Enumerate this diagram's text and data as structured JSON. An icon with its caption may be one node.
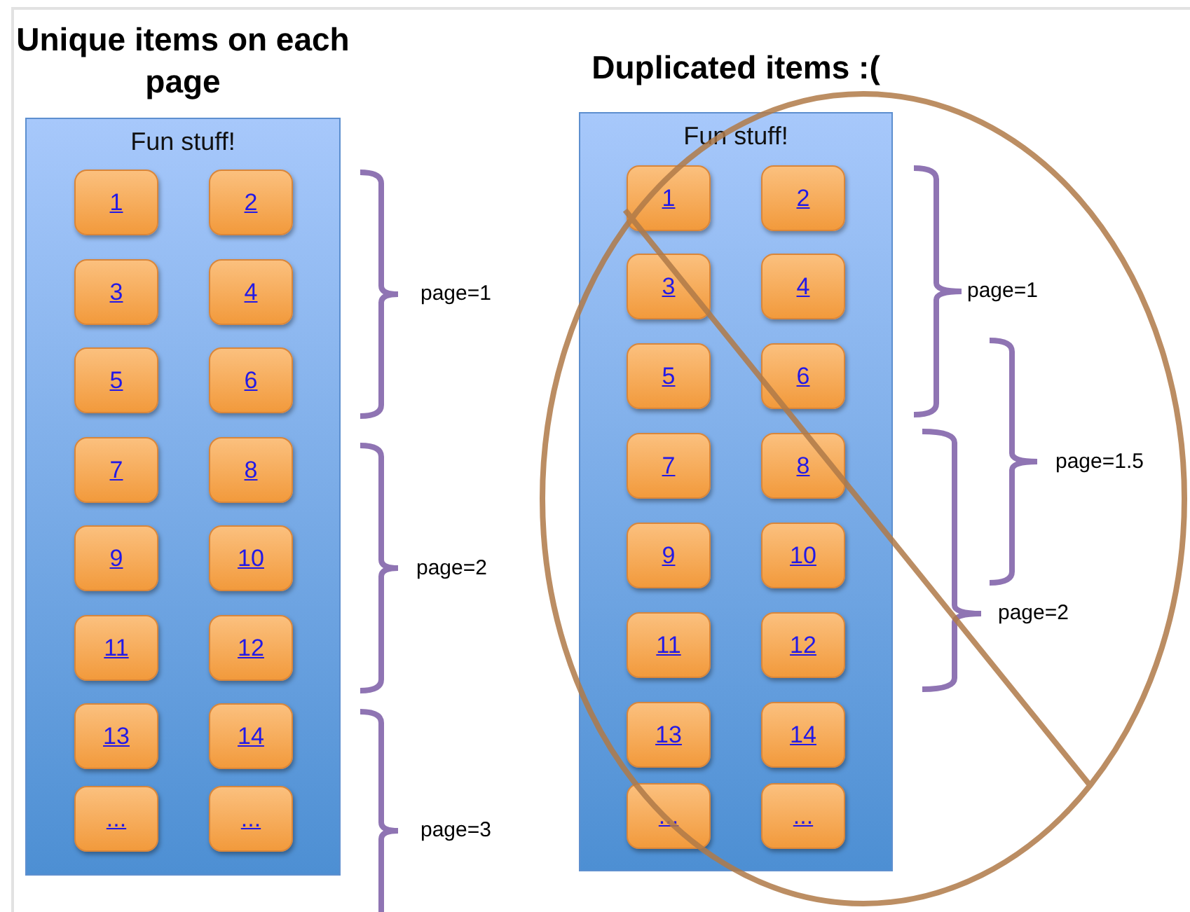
{
  "diagram": {
    "nodes": [
      {
        "text": [
          "Unique items on each page",
          "Fun stuff!"
        ]
      },
      {
        "text": [
          "1"
        ],
        "in": 0
      },
      {
        "text": [
          "2"
        ],
        "in": 0
      },
      {
        "text": [
          "3"
        ],
        "in": 0
      },
      {
        "text": [
          "4"
        ],
        "in": 0
      },
      {
        "text": [
          "5"
        ],
        "in": 0
      },
      {
        "text": [
          "6"
        ],
        "in": 0
      },
      {
        "text": [
          "7"
        ],
        "in": 0
      },
      {
        "text": [
          "8"
        ],
        "in": 0
      },
      {
        "text": [
          "9"
        ],
        "in": 0
      },
      {
        "text": [
          "10"
        ],
        "in": 0
      },
      {
        "text": [
          "11"
        ],
        "in": 0
      },
      {
        "text": [
          "12"
        ],
        "in": 0
      },
      {
        "text": [
          "13"
        ],
        "in": 0
      },
      {
        "text": [
          "14"
        ],
        "in": 0
      },
      {
        "text": [
          "..."
        ],
        "in": 0
      },
      {
        "text": [
          "..."
        ],
        "in": 0
      },
      {
        "text": [
          "Duplicated items :(",
          "Fun stuff!"
        ]
      },
      {
        "text": [
          "1"
        ],
        "in": 17
      },
      {
        "text": [
          "2"
        ],
        "in": 17
      },
      {
        "text": [
          "3"
        ],
        "in": 17
      },
      {
        "text": [
          "4"
        ],
        "in": 17
      },
      {
        "text": [
          "5"
        ],
        "in": 17
      },
      {
        "text": [
          "6"
        ],
        "in": 17
      },
      {
        "text": [
          "7"
        ],
        "in": 17
      },
      {
        "text": [
          "8"
        ],
        "in": 17
      },
      {
        "text": [
          "9"
        ],
        "in": 17
      },
      {
        "text": [
          "10"
        ],
        "in": 17
      },
      {
        "text": [
          "11"
        ],
        "in": 17
      },
      {
        "text": [
          "12"
        ],
        "in": 17
      },
      {
        "text": [
          "13"
        ],
        "in": 17
      },
      {
        "text": [
          "14"
        ],
        "in": 17
      },
      {
        "text": [
          "..."
        ],
        "in": 17
      },
      {
        "text": [
          "..."
        ],
        "in": 17
      }
    ],
    "labels": [
      "page=1",
      "page=2",
      "page=3",
      "page=1",
      "page=1.5",
      "page=2"
    ]
  }
}
